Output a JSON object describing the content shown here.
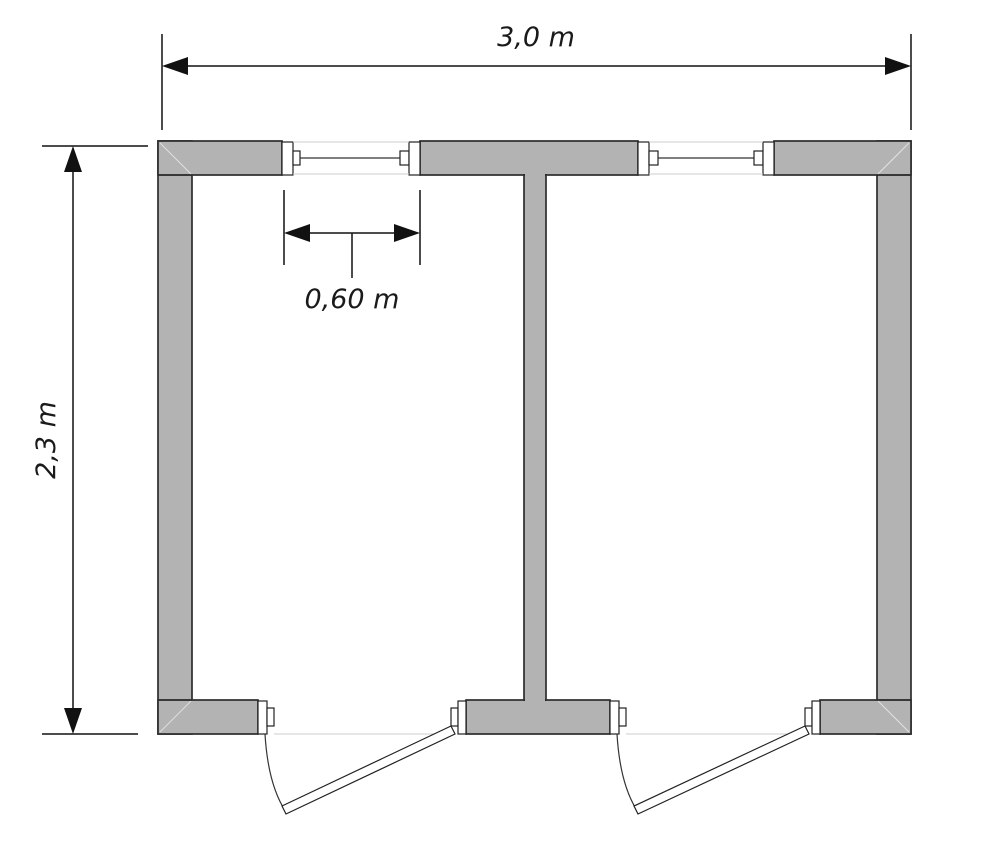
{
  "dimensions": {
    "width_label": "3,0 m",
    "height_label": "2,3 m",
    "window_label": "0,60 m"
  },
  "colors": {
    "wall_fill": "#b3b3b3",
    "line": "#111111",
    "background": "#ffffff"
  },
  "elements": {
    "rooms": 2,
    "windows": 2,
    "doors": 2
  }
}
